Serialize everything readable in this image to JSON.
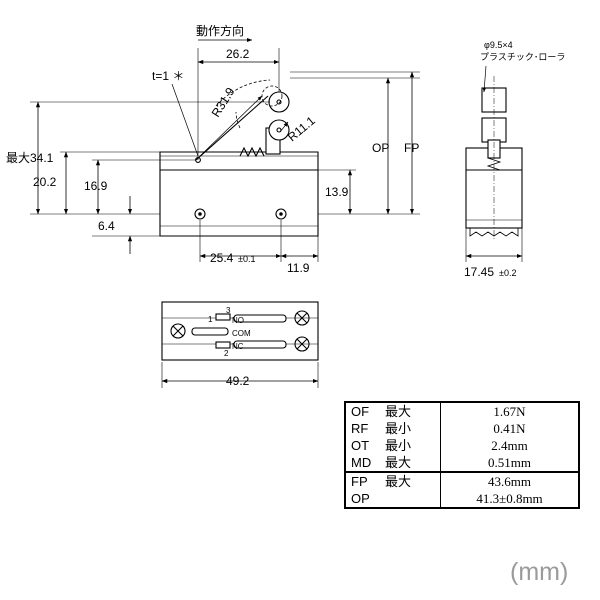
{
  "side_view": {
    "direction_label": "動作方向",
    "dim_26_2": "26.2",
    "thickness_note": "t=1 ＊",
    "radius_31_9": "R31.9",
    "radius_11_1": "R11.1",
    "max_34_1": "最大34.1",
    "dim_20_2": "20.2",
    "dim_16_9": "16.9",
    "dim_13_9": "13.9",
    "dim_6_4": "6.4",
    "dim_25_4": "25.4",
    "dim_25_4_tol": "±0.1",
    "dim_11_9": "11.9",
    "op_label": "OP",
    "fp_label": "FP"
  },
  "front_view": {
    "roller_label": "φ9.5×4",
    "roller_material": "プラスチック･ローラ",
    "dim_17_45": "17.45",
    "dim_17_45_tol": "±0.2"
  },
  "terminal_view": {
    "t3": "3",
    "t1": "1",
    "t2": "2",
    "no": "NO",
    "com": "COM",
    "nc": "NC",
    "dim_49_2": "49.2"
  },
  "spec_table": {
    "rows": [
      {
        "abbr": "OF",
        "qual": "最大",
        "value": "1.67N"
      },
      {
        "abbr": "RF",
        "qual": "最小",
        "value": "0.41N"
      },
      {
        "abbr": "OT",
        "qual": "最小",
        "value": "2.4mm"
      },
      {
        "abbr": "MD",
        "qual": "最大",
        "value": "0.51mm"
      },
      {
        "abbr": "FP",
        "qual": "最大",
        "value": "43.6mm"
      },
      {
        "abbr": "OP",
        "qual": "",
        "value": "41.3±0.8mm"
      }
    ]
  },
  "unit_label": "(mm)"
}
